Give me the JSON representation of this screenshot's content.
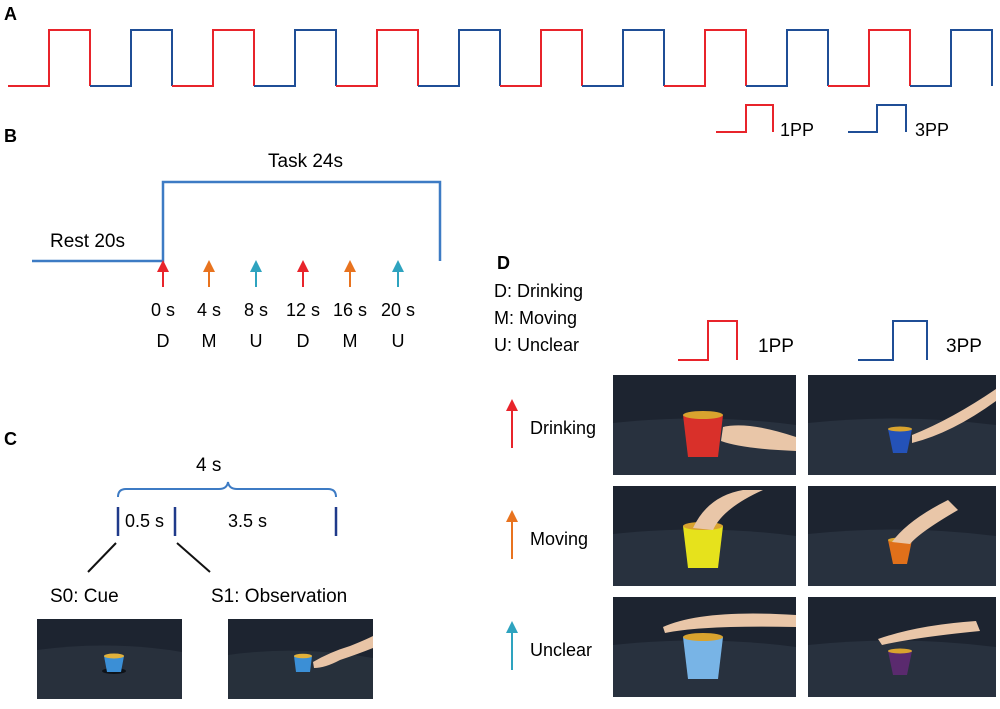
{
  "colors": {
    "pp1": "#e8242b",
    "pp3": "#1f4e96",
    "blue_line": "#3d7bc4",
    "drinking": "#e8242b",
    "moving": "#e8731f",
    "unclear": "#2ea3bf",
    "photo_bg": "#1d2430"
  },
  "panelA": {
    "letter": "A",
    "legend": {
      "pp1_label": "1PP",
      "pp3_label": "3PP"
    }
  },
  "panelB": {
    "letter": "B",
    "task_label": "Task 24s",
    "rest_label": "Rest 20s",
    "events": [
      {
        "time": "0 s",
        "code": "D",
        "type": "drinking"
      },
      {
        "time": "4 s",
        "code": "M",
        "type": "moving"
      },
      {
        "time": "8 s",
        "code": "U",
        "type": "unclear"
      },
      {
        "time": "12 s",
        "code": "D",
        "type": "drinking"
      },
      {
        "time": "16 s",
        "code": "M",
        "type": "moving"
      },
      {
        "time": "20 s",
        "code": "U",
        "type": "unclear"
      }
    ]
  },
  "panelC": {
    "letter": "C",
    "total_label": "4 s",
    "cue_duration": "0.5 s",
    "obs_duration": "3.5 s",
    "s0_label": "S0:  Cue",
    "s1_label": "S1:  Observation"
  },
  "panelD": {
    "letter": "D",
    "key": [
      "D: Drinking",
      "M: Moving",
      "U: Unclear"
    ],
    "col_1pp": "1PP",
    "col_3pp": "3PP",
    "rows": [
      {
        "label": "Drinking",
        "type": "drinking",
        "cup_1pp": "#d9302a",
        "cup_3pp": "#2452b8"
      },
      {
        "label": "Moving",
        "type": "moving",
        "cup_1pp": "#e6e21c",
        "cup_3pp": "#e0701a"
      },
      {
        "label": "Unclear",
        "type": "unclear",
        "cup_1pp": "#78b4e6",
        "cup_3pp": "#5a2a6e"
      }
    ]
  }
}
